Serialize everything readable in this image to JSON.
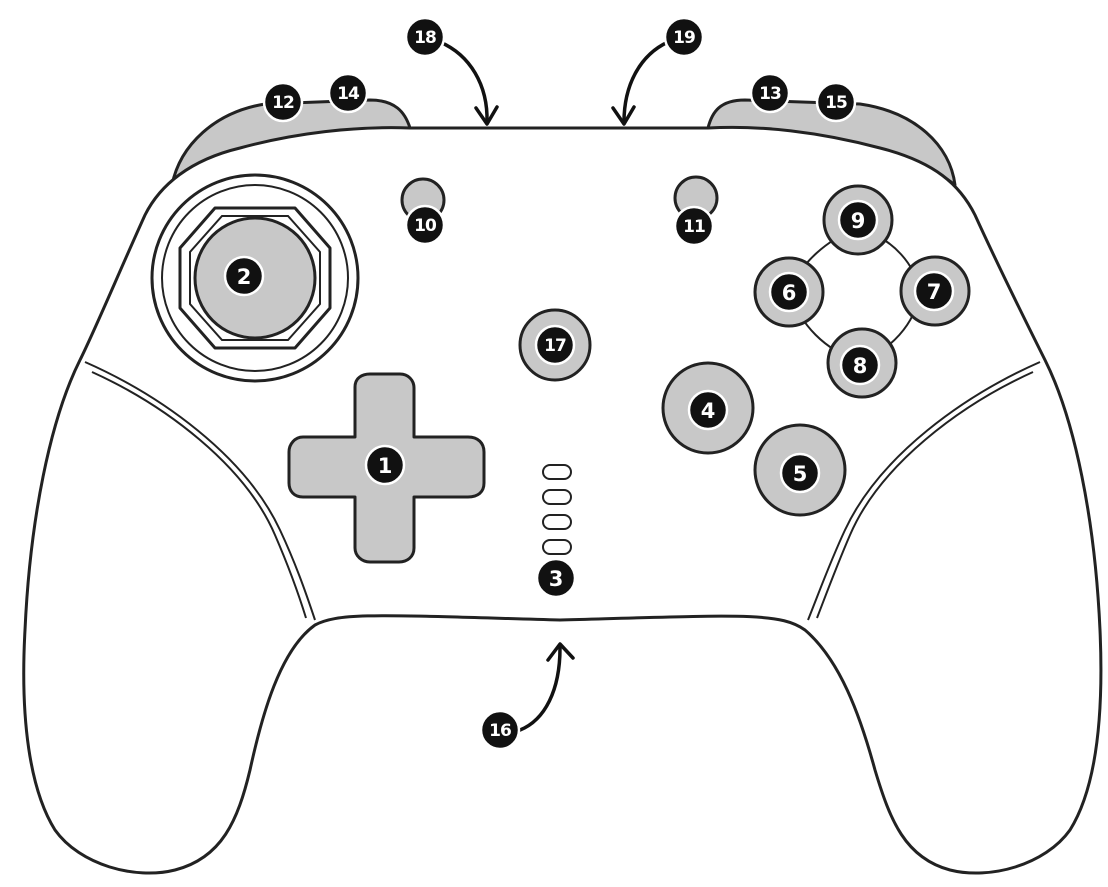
{
  "diagram": {
    "callouts": [
      {
        "id": "1",
        "label": "1"
      },
      {
        "id": "2",
        "label": "2"
      },
      {
        "id": "3",
        "label": "3"
      },
      {
        "id": "4",
        "label": "4"
      },
      {
        "id": "5",
        "label": "5"
      },
      {
        "id": "6",
        "label": "6"
      },
      {
        "id": "7",
        "label": "7"
      },
      {
        "id": "8",
        "label": "8"
      },
      {
        "id": "9",
        "label": "9"
      },
      {
        "id": "10",
        "label": "10"
      },
      {
        "id": "11",
        "label": "11"
      },
      {
        "id": "12",
        "label": "12"
      },
      {
        "id": "13",
        "label": "13"
      },
      {
        "id": "14",
        "label": "14"
      },
      {
        "id": "15",
        "label": "15"
      },
      {
        "id": "16",
        "label": "16"
      },
      {
        "id": "17",
        "label": "17"
      },
      {
        "id": "18",
        "label": "18"
      },
      {
        "id": "19",
        "label": "19"
      }
    ],
    "colors": {
      "outline": "#222222",
      "button_fill": "#c8c8c8",
      "body_fill": "#ffffff",
      "badge_fill": "#111111"
    }
  }
}
